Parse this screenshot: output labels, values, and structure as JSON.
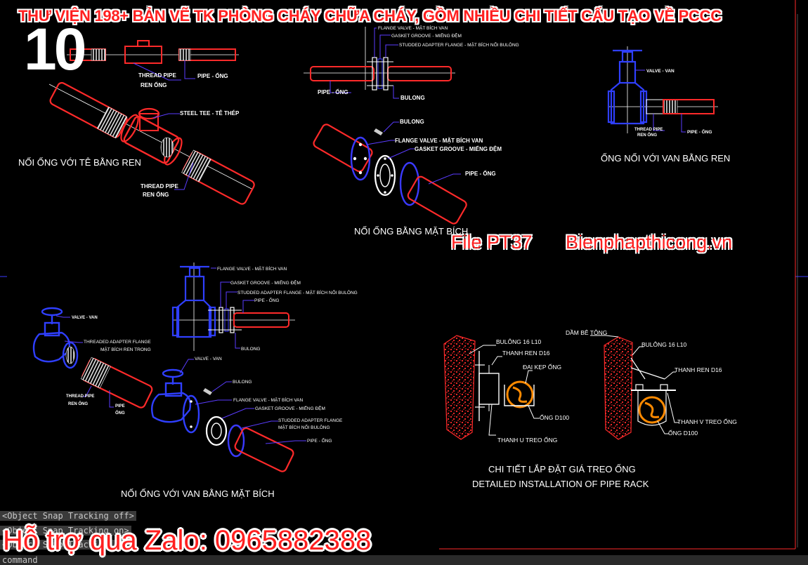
{
  "overlay": {
    "title": "THƯ VIỆN 198+ BẢN VẼ TK PHÒNG CHÁY CHỮA CHÁY, GỒM NHIỀU CHI TIẾT CẤU TẠO VỀ PCCC",
    "number": "10",
    "file_code": "File PT37",
    "website": "Bienphapthicong.vn",
    "zalo": "Hỗ trợ qua Zalo: 0965882388"
  },
  "command_line": {
    "lines": [
      "<Object Snap Tracking off>",
      "<Object Snap Tracking on>",
      "<Object Snap Tracking off>"
    ],
    "prompt": "command"
  },
  "colors": {
    "pipe": "#ff2a2a",
    "valve": "#2f3fff",
    "leader": "#5a3cff",
    "text": "#ffffff",
    "axis": "#ffffff",
    "concrete": "#ff2a2a",
    "orange": "#ff8a00"
  },
  "labels": {
    "d1": {
      "thread_pipe": "THREAD PIPE",
      "ren_ong": "REN ỐNG",
      "pipe_ong": "PIPE - ỐNG",
      "steel_tee": "STEEL TEE - TÊ THÉP",
      "thread_pipe2": "THREAD PIPE",
      "ren_ong2": "REN ỐNG",
      "caption": "NỐI ỐNG VỚI TÊ BẰNG REN"
    },
    "d2": {
      "flange_valve_top": "FLANGE VALVE - MẶT BÍCH VAN",
      "gasket_top": "GASKET GROOVE - MIẾNG ĐỆM",
      "studded_top": "STUDDED ADAPTER FLANGE - MẶT BÍCH NỐI BULÔNG",
      "pipe_ong": "PIPE - ỐNG",
      "bulong_top": "BULONG",
      "bulong": "BULONG",
      "flange_valve": "FLANGE VALVE - MẶT BÍCH VAN",
      "gasket": "GASKET GROOVE - MIẾNG ĐỆM",
      "pipe_ong2": "PIPE - ỐNG",
      "caption": "NỐI ỐNG BẰNG MẶT BÍCH"
    },
    "d3": {
      "valve": "VALVE - VAN",
      "thread_pipe": "THREAD PIPE",
      "ren_ong": "REN ỐNG",
      "pipe_ong": "PIPE - ỐNG",
      "caption": "ỐNG NỐI VỚI VAN BẰNG REN"
    },
    "d4": {
      "flange_valve_top": "FLANGE VALVE - MẶT BÍCH VAN",
      "gasket_top": "GASKET GROOVE - MIẾNG ĐỆM",
      "studded_top": "STUDDED ADAPTER FLANGE - MẶT BÍCH NỐI BULÔNG",
      "pipe_top": "PIPE - ỐNG",
      "bulong_top": "BULONG",
      "valve_left": "VALVE - VAN",
      "threaded_adapter": "THREADED ADAPTER FLANGE",
      "mat_bich_ren": "MẶT BÍCH REN TRONG",
      "thread_pipe": "THREAD PIPE",
      "ren_ong": "REN ỐNG",
      "pipe": "PIPE",
      "ong": "ỐNG",
      "valve_mid": "VALVE - VAN",
      "bulong": "BULONG",
      "flange_valve": "FLANGE VALVE - MẶT BÍCH VAN",
      "gasket": "GASKET GROOVE - MIẾNG ĐỆM",
      "studded": "STUDDED ADAPTER FLANGE",
      "mat_bich_noi": "MẶT BÍCH NỐI BULÔNG",
      "pipe_ong": "PIPE - ỐNG",
      "caption": "NỐI ỐNG VỚI VAN BẰNG MẶT BÍCH"
    },
    "d5": {
      "dam_be_tong": "DẦM BÊ TÔNG",
      "bulong_l": "BULÔNG 16 L10",
      "thanh_ren_l": "THANH REN D16",
      "dai_kep": "ĐAI KẸP ỐNG",
      "ong_l": "ỐNG D100",
      "thanh_u": "THANH U TREO ỐNG",
      "bulong_r": "BULÔNG 16 L10",
      "thanh_ren_r": "THANH REN D16",
      "thanh_v": "THANH V TREO ỐNG",
      "ong_r": "ỐNG D100",
      "caption_vi": "CHI TIẾT LẮP ĐẶT GIÁ TREO ỐNG",
      "caption_en": "DETAILED INSTALLATION OF PIPE RACK"
    }
  }
}
